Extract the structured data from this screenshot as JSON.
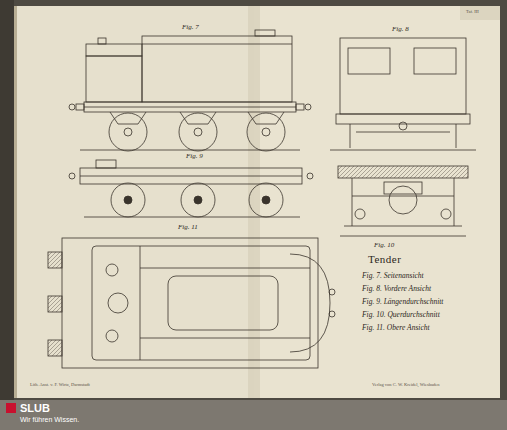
{
  "diagram": {
    "title": "Tender",
    "labels": [
      "Taf. III",
      "Fig. 7",
      "Fig. 9",
      "Fig. 11",
      "Fig. 8",
      "Fig. 10",
      "Fig. 7. Seitenansicht",
      "Fig. 8. Vordere Ansicht",
      "Fig. 9. Längendurchschnitt",
      "Fig. 10. Querdurchschnitt",
      "Fig. 11. Obere Ansicht",
      "Lith. Anst. v. F. Wirtz, Darmstadt",
      "Verlag von C. W. Kreidel, Wiesbaden",
      "SLUB",
      "Wir führen Wissen."
    ]
  }
}
